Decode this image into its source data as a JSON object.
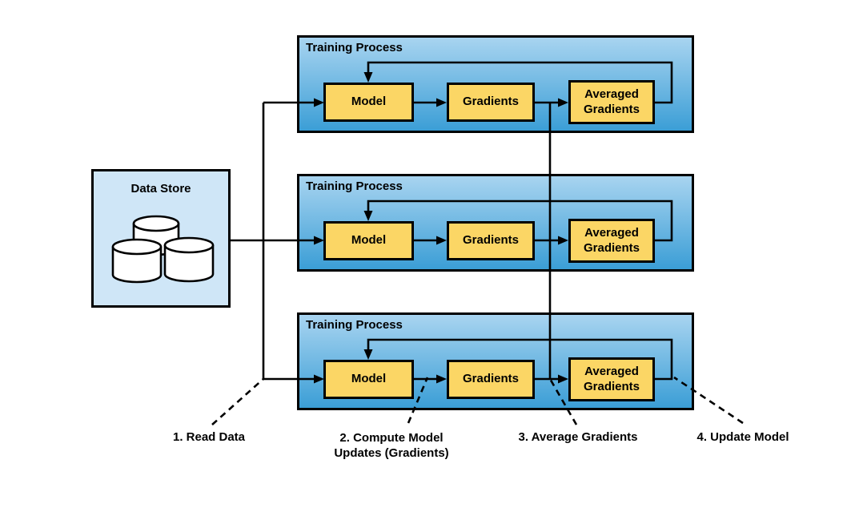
{
  "diagram": {
    "data_store": {
      "title": "Data Store",
      "icon": "database-cylinders-icon"
    },
    "training_processes": [
      {
        "title": "Training Process",
        "nodes": {
          "model": "Model",
          "gradients": "Gradients",
          "averaged_gradients": "Averaged\nGradients"
        }
      },
      {
        "title": "Training Process",
        "nodes": {
          "model": "Model",
          "gradients": "Gradients",
          "averaged_gradients": "Averaged\nGradients"
        }
      },
      {
        "title": "Training Process",
        "nodes": {
          "model": "Model",
          "gradients": "Gradients",
          "averaged_gradients": "Averaged\nGradients"
        }
      }
    ],
    "annotations": [
      {
        "label": "1. Read Data"
      },
      {
        "label": "2. Compute Model\nUpdates (Gradients)"
      },
      {
        "label": "3. Average Gradients"
      },
      {
        "label": "4. Update Model"
      }
    ],
    "colors": {
      "process_gradient_top": "#a8d4f0",
      "process_gradient_bottom": "#3b9ed6",
      "node_fill": "#fbd665",
      "data_store_fill": "#cfe6f7",
      "line": "#000000",
      "background": "#ffffff"
    }
  }
}
